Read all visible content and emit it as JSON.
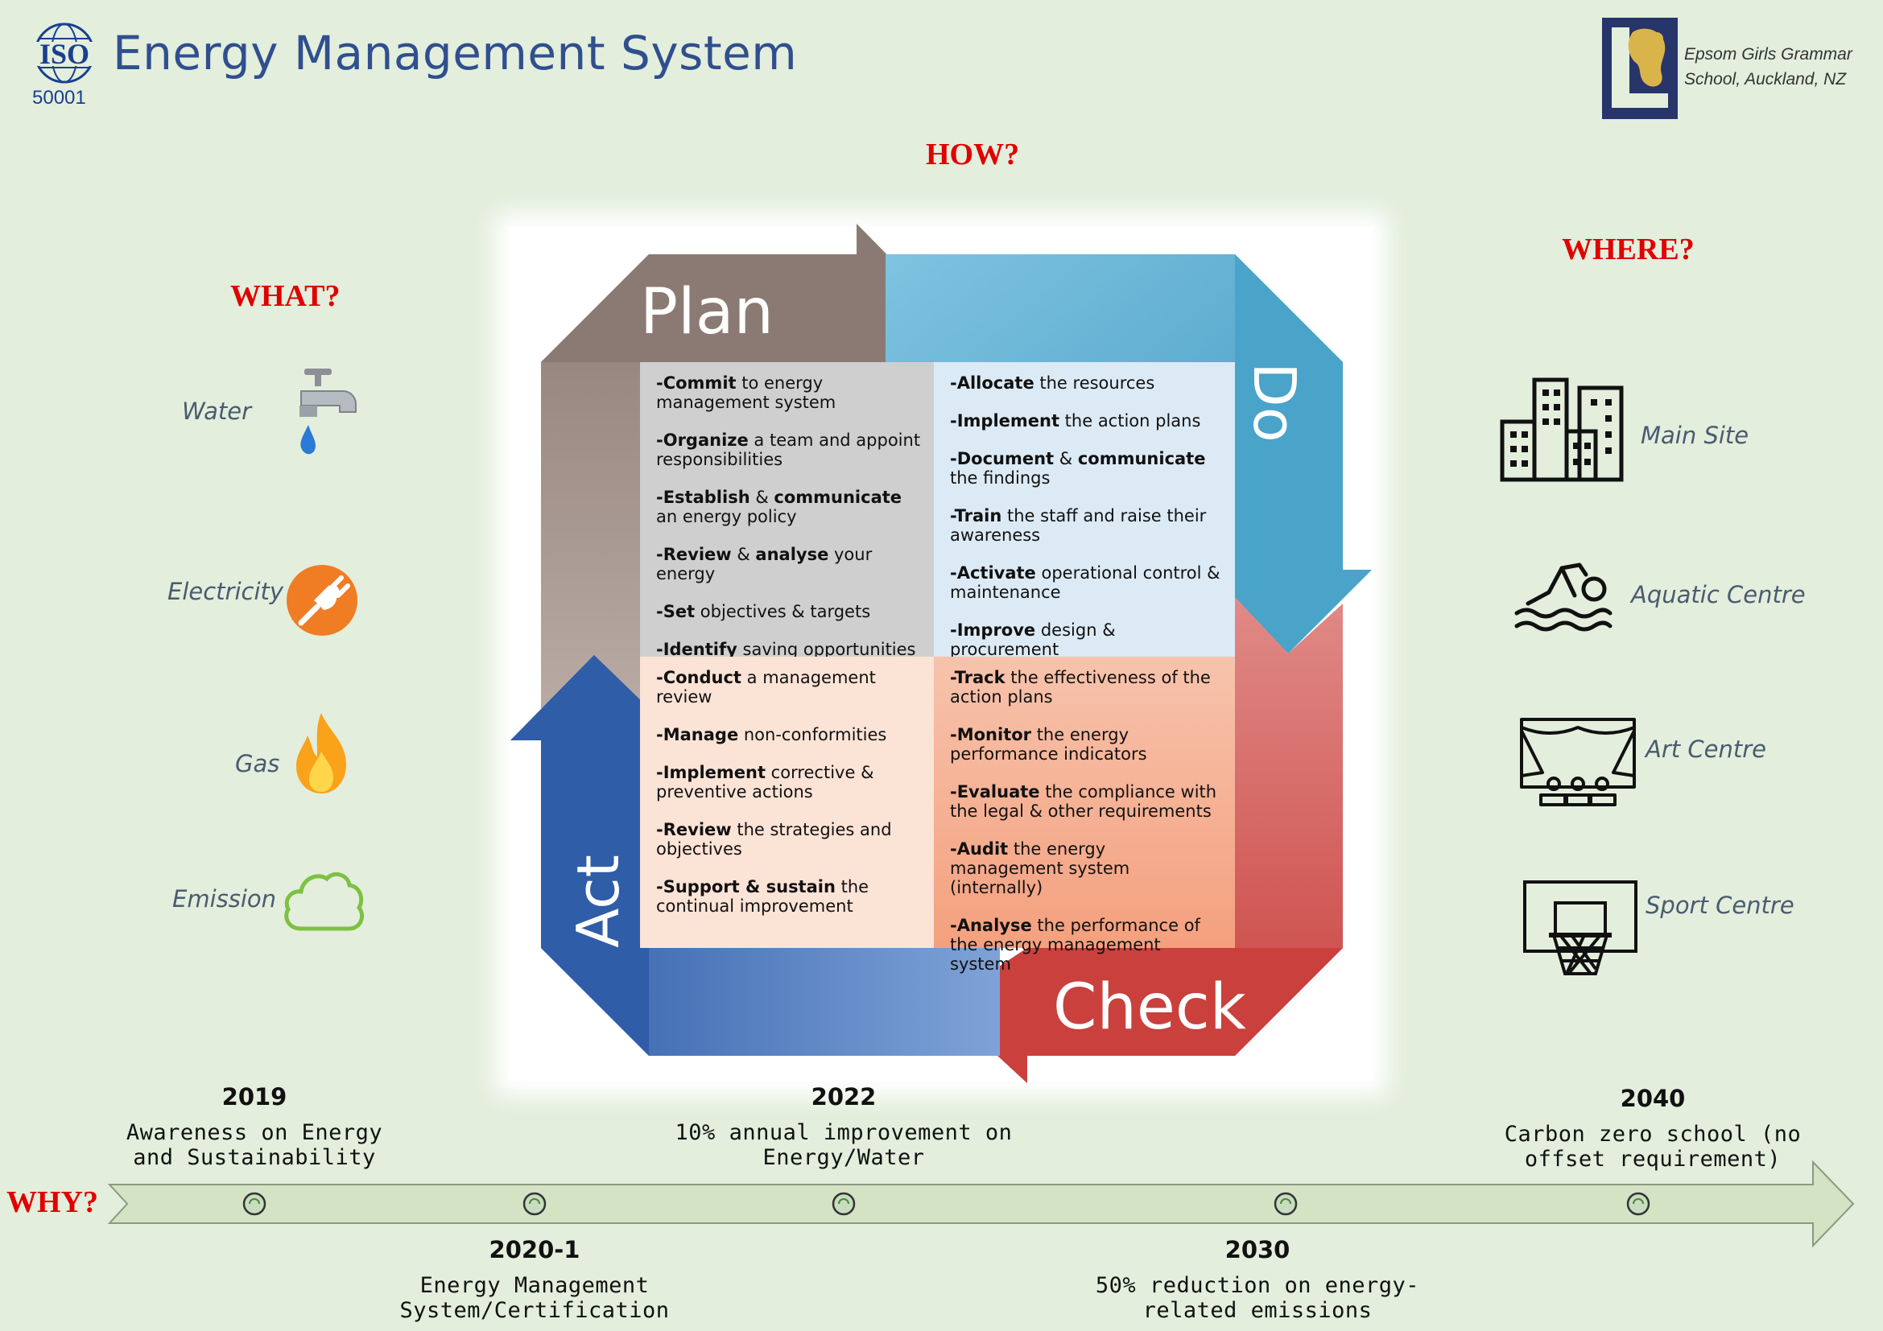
{
  "header": {
    "iso_logo": "ISO",
    "iso_number": "50001",
    "title": "Energy Management System",
    "school_line1": "Epsom Girls Grammar",
    "school_line2": "School, Auckland, NZ"
  },
  "questions": {
    "what": "WHAT?",
    "how": "HOW?",
    "where": "WHERE?",
    "why": "WHY?"
  },
  "what_items": [
    {
      "label": "Water",
      "icon": "faucet-icon"
    },
    {
      "label": "Electricity",
      "icon": "plug-icon"
    },
    {
      "label": "Gas",
      "icon": "flame-icon"
    },
    {
      "label": "Emission",
      "icon": "cloud-icon"
    }
  ],
  "where_items": [
    {
      "label": "Main Site",
      "icon": "buildings-icon"
    },
    {
      "label": "Aquatic Centre",
      "icon": "swimmer-icon"
    },
    {
      "label": "Art Centre",
      "icon": "theatre-icon"
    },
    {
      "label": "Sport Centre",
      "icon": "basketball-hoop-icon"
    }
  ],
  "pdca": {
    "plan_label": "Plan",
    "do_label": "Do",
    "check_label": "Check",
    "act_label": "Act",
    "colors": {
      "plan": "#8b7a73",
      "do": "#4aa3c8",
      "check": "#c9403d",
      "act": "#2f5da8"
    },
    "plan_items": [
      {
        "bold": "-Commit",
        "rest": " to energy management system"
      },
      {
        "bold": "-Organize",
        "rest": " a team and appoint responsibilities"
      },
      {
        "bold": "-Establish",
        "mid": " & ",
        "bold2": "communicate",
        "rest": " an energy policy"
      },
      {
        "bold": "-Review",
        "mid": " & ",
        "bold2": "analyse",
        "rest": " your energy"
      },
      {
        "bold": "-Set",
        "rest": " objectives & targets"
      },
      {
        "bold": "-Identify",
        "rest": " saving opportunities"
      }
    ],
    "do_items": [
      {
        "bold": "-Allocate",
        "rest": " the resources"
      },
      {
        "bold": "-Implement",
        "rest": " the action plans"
      },
      {
        "bold": "-Document",
        "mid": " & ",
        "bold2": "communicate",
        "rest": " the findings"
      },
      {
        "bold": "-Train",
        "rest": " the staff and raise their awareness"
      },
      {
        "bold": "-Activate",
        "rest": " operational control & maintenance"
      },
      {
        "bold": "-Improve",
        "rest": " design & procurement"
      }
    ],
    "act_items": [
      {
        "bold": "-Conduct",
        "rest": " a management review"
      },
      {
        "bold": "-Manage",
        "rest": " non-conformities"
      },
      {
        "bold": "-Implement",
        "rest": " corrective & preventive actions"
      },
      {
        "bold": "-Review",
        "rest": " the strategies and objectives"
      },
      {
        "bold": "-Support & sustain",
        "rest": " the continual improvement"
      }
    ],
    "check_items": [
      {
        "bold": "-Track",
        "rest": " the effectiveness of the action plans"
      },
      {
        "bold": "-Monitor",
        "rest": " the energy performance indicators"
      },
      {
        "bold": "-Evaluate",
        "rest": " the compliance with the legal & other requirements"
      },
      {
        "bold": "-Audit",
        "rest": " the energy management system (internally)"
      },
      {
        "bold": "-Analyse",
        "rest": " the performance of the energy management system"
      }
    ]
  },
  "timeline": [
    {
      "year": "2019",
      "line1": "Awareness on Energy",
      "line2": "and Sustainability",
      "side": "above"
    },
    {
      "year": "2020-1",
      "line1": "Energy Management",
      "line2": "System/Certification",
      "side": "below"
    },
    {
      "year": "2022",
      "line1": "10% annual improvement on",
      "line2": "Energy/Water",
      "side": "above"
    },
    {
      "year": "2030",
      "line1": "50% reduction on energy-",
      "line2": "related emissions",
      "side": "below"
    },
    {
      "year": "2040",
      "line1": "Carbon zero school (no",
      "line2": "offset requirement)",
      "side": "above"
    }
  ]
}
